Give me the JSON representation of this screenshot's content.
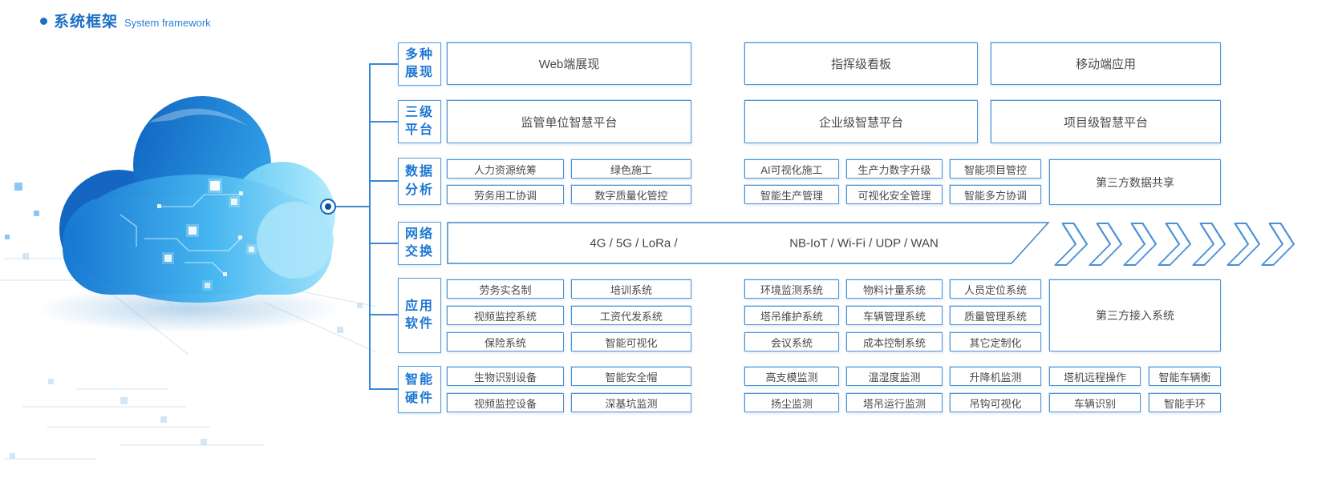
{
  "title": {
    "zh": "系统框架",
    "en": "System framework"
  },
  "colors": {
    "accent_blue": "#1c78d3",
    "box_border": "#4e92d4",
    "connector": "#3b87d4",
    "box_text": "#4a4a4a",
    "cloud_dark": "#1565c2",
    "cloud_light": "#9fe2fa"
  },
  "network": {
    "segments": [
      "4G / 5G / LoRa /",
      "NB-IoT / Wi-Fi / UDP / WAN"
    ],
    "chevron_count": 7
  },
  "rows": [
    {
      "label": [
        "多种",
        "展现"
      ],
      "boxes": [
        "Web端展现",
        "指挥级看板",
        "移动端应用"
      ]
    },
    {
      "label": [
        "三级",
        "平台"
      ],
      "boxes": [
        "监管单位智慧平台",
        "企业级智慧平台",
        "项目级智慧平台"
      ]
    },
    {
      "label": [
        "数据",
        "分析"
      ],
      "cells": [
        [
          "人力资源统筹",
          "绿色施工",
          "AI可视化施工",
          "生产力数字升级",
          "智能项目管控"
        ],
        [
          "劳务用工协调",
          "数字质量化管控",
          "智能生产管理",
          "可视化安全管理",
          "智能多方协调"
        ]
      ],
      "tall": "第三方数据共享"
    },
    {
      "label": [
        "网络",
        "交换"
      ]
    },
    {
      "label": [
        "应用",
        "软件"
      ],
      "cells": [
        [
          "劳务实名制",
          "培训系统",
          "环境监测系统",
          "物料计量系统",
          "人员定位系统"
        ],
        [
          "视频监控系统",
          "工资代发系统",
          "塔吊维护系统",
          "车辆管理系统",
          "质量管理系统"
        ],
        [
          "保险系统",
          "智能可视化",
          "会议系统",
          "成本控制系统",
          "其它定制化"
        ]
      ],
      "tall": "第三方接入系统"
    },
    {
      "label": [
        "智能",
        "硬件"
      ],
      "cells": [
        [
          "生物识别设备",
          "智能安全帽",
          "高支模监测",
          "温湿度监测",
          "升降机监测",
          "塔机远程操作",
          "智能车辆衡"
        ],
        [
          "视频监控设备",
          "深基坑监测",
          "扬尘监测",
          "塔吊运行监测",
          "吊钩可视化",
          "车辆识别",
          "智能手环"
        ]
      ]
    }
  ]
}
